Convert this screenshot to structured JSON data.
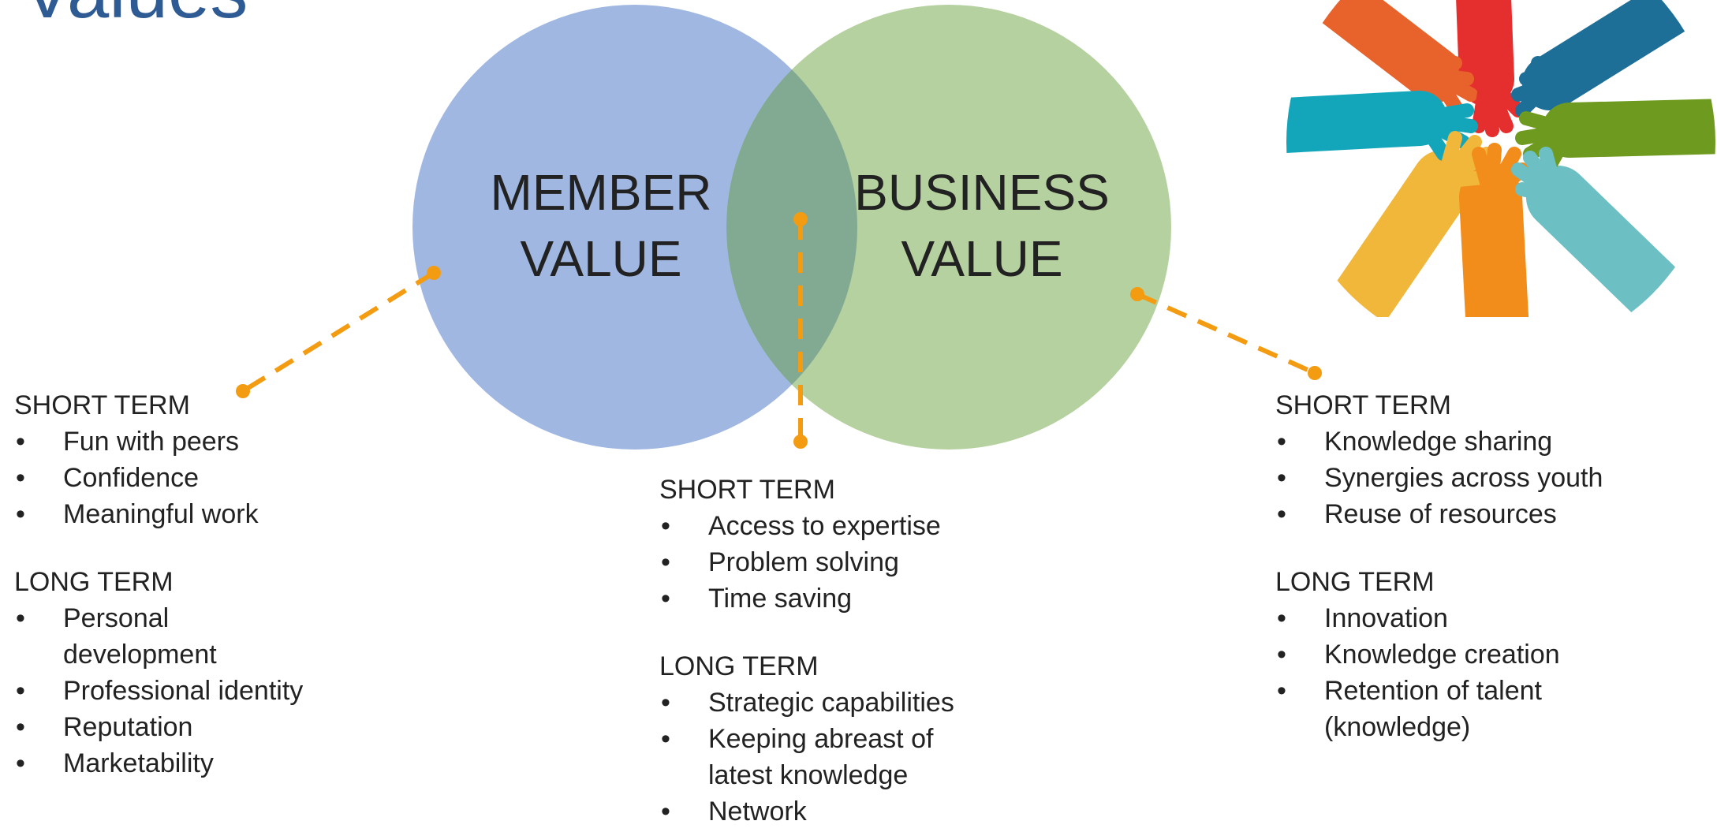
{
  "page_title": "Values",
  "circles": {
    "member": {
      "line1": "MEMBER",
      "line2": "VALUE",
      "fill": "#a0b7e2"
    },
    "business": {
      "line1": "BUSINESS",
      "line2": "VALUE",
      "fill": "#b6d1a0"
    },
    "overlap_fill": "#82aa92"
  },
  "accent_color": "#f39c12",
  "bullet_glyph": "•",
  "blocks": {
    "member": {
      "short_heading": "SHORT TERM",
      "short_items": [
        "Fun with peers",
        "Confidence",
        "Meaningful work"
      ],
      "long_heading": "LONG TERM",
      "long_items": [
        "Personal development",
        "Professional identity",
        "Reputation",
        "Marketability"
      ]
    },
    "shared": {
      "short_heading": "SHORT TERM",
      "short_items": [
        "Access to expertise",
        "Problem solving",
        "Time saving"
      ],
      "long_heading": "LONG TERM",
      "long_items": [
        "Strategic capabilities",
        "Keeping abreast of latest knowledge",
        "Network"
      ]
    },
    "business": {
      "short_heading": "SHORT TERM",
      "short_items": [
        "Knowledge sharing",
        "Synergies across youth",
        "Reuse of resources"
      ],
      "long_heading": "LONG TERM",
      "long_items": [
        "Innovation",
        "Knowledge creation",
        "Retention of talent (knowledge)"
      ]
    }
  },
  "image": {
    "name": "hands-circle-illustration"
  }
}
